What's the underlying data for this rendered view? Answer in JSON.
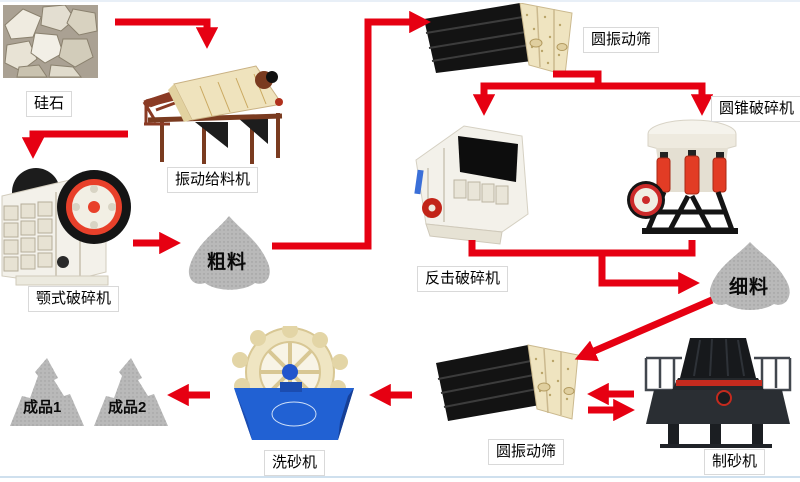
{
  "page": {
    "background": "#ffffff",
    "top_edge_color": "#e8eff7",
    "bottom_edge_color": "#cfe0ee"
  },
  "nodes": {
    "silica": {
      "label": "硅石",
      "kind": "raw material photo"
    },
    "vibrating_feeder": {
      "label": "振动给料机"
    },
    "jaw_crusher": {
      "label": "颚式破碎机"
    },
    "coarse_material": {
      "label": "粗料"
    },
    "circular_vibrating_screen_top": {
      "label": "圆振动筛"
    },
    "impact_crusher": {
      "label": "反击破碎机"
    },
    "cone_crusher": {
      "label": "圆锥破碎机"
    },
    "fine_material": {
      "label": "细料"
    },
    "sand_making_machine": {
      "label": "制砂机"
    },
    "circular_vibrating_screen_bottom": {
      "label": "圆振动筛"
    },
    "sand_washing_machine": {
      "label": "洗砂机"
    },
    "finished_product_1": {
      "label": "成品1"
    },
    "finished_product_2": {
      "label": "成品2"
    }
  },
  "flows": [
    {
      "from": "硅石",
      "to": "振动给料机"
    },
    {
      "from": "振动给料机",
      "to": "颚式破碎机"
    },
    {
      "from": "颚式破碎机",
      "to": "粗料"
    },
    {
      "from": "粗料",
      "to": "圆振动筛"
    },
    {
      "from": "圆振动筛",
      "to": "反击破碎机"
    },
    {
      "from": "圆振动筛",
      "to": "圆锥破碎机"
    },
    {
      "from": "反击破碎机",
      "to": "细料"
    },
    {
      "from": "圆锥破碎机",
      "to": "细料"
    },
    {
      "from": "细料",
      "to": "圆振动筛(下)"
    },
    {
      "from": "制砂机",
      "to": "圆振动筛(下)"
    },
    {
      "from": "圆振动筛(下)",
      "to": "制砂机"
    },
    {
      "from": "圆振动筛(下)",
      "to": "洗砂机"
    },
    {
      "from": "洗砂机",
      "to": "成品2"
    }
  ],
  "colors": {
    "arrow": "#e60012",
    "pile_gray": "#b9b9b9",
    "label_border": "#d9d9d9",
    "washer_blue": "#2161d3",
    "machine_cream": "#efe3bd",
    "frame_brown": "#8a3a24",
    "accent_red": "#e23c25",
    "machine_white": "#f3f1ea",
    "machine_black": "#1b1e22"
  }
}
